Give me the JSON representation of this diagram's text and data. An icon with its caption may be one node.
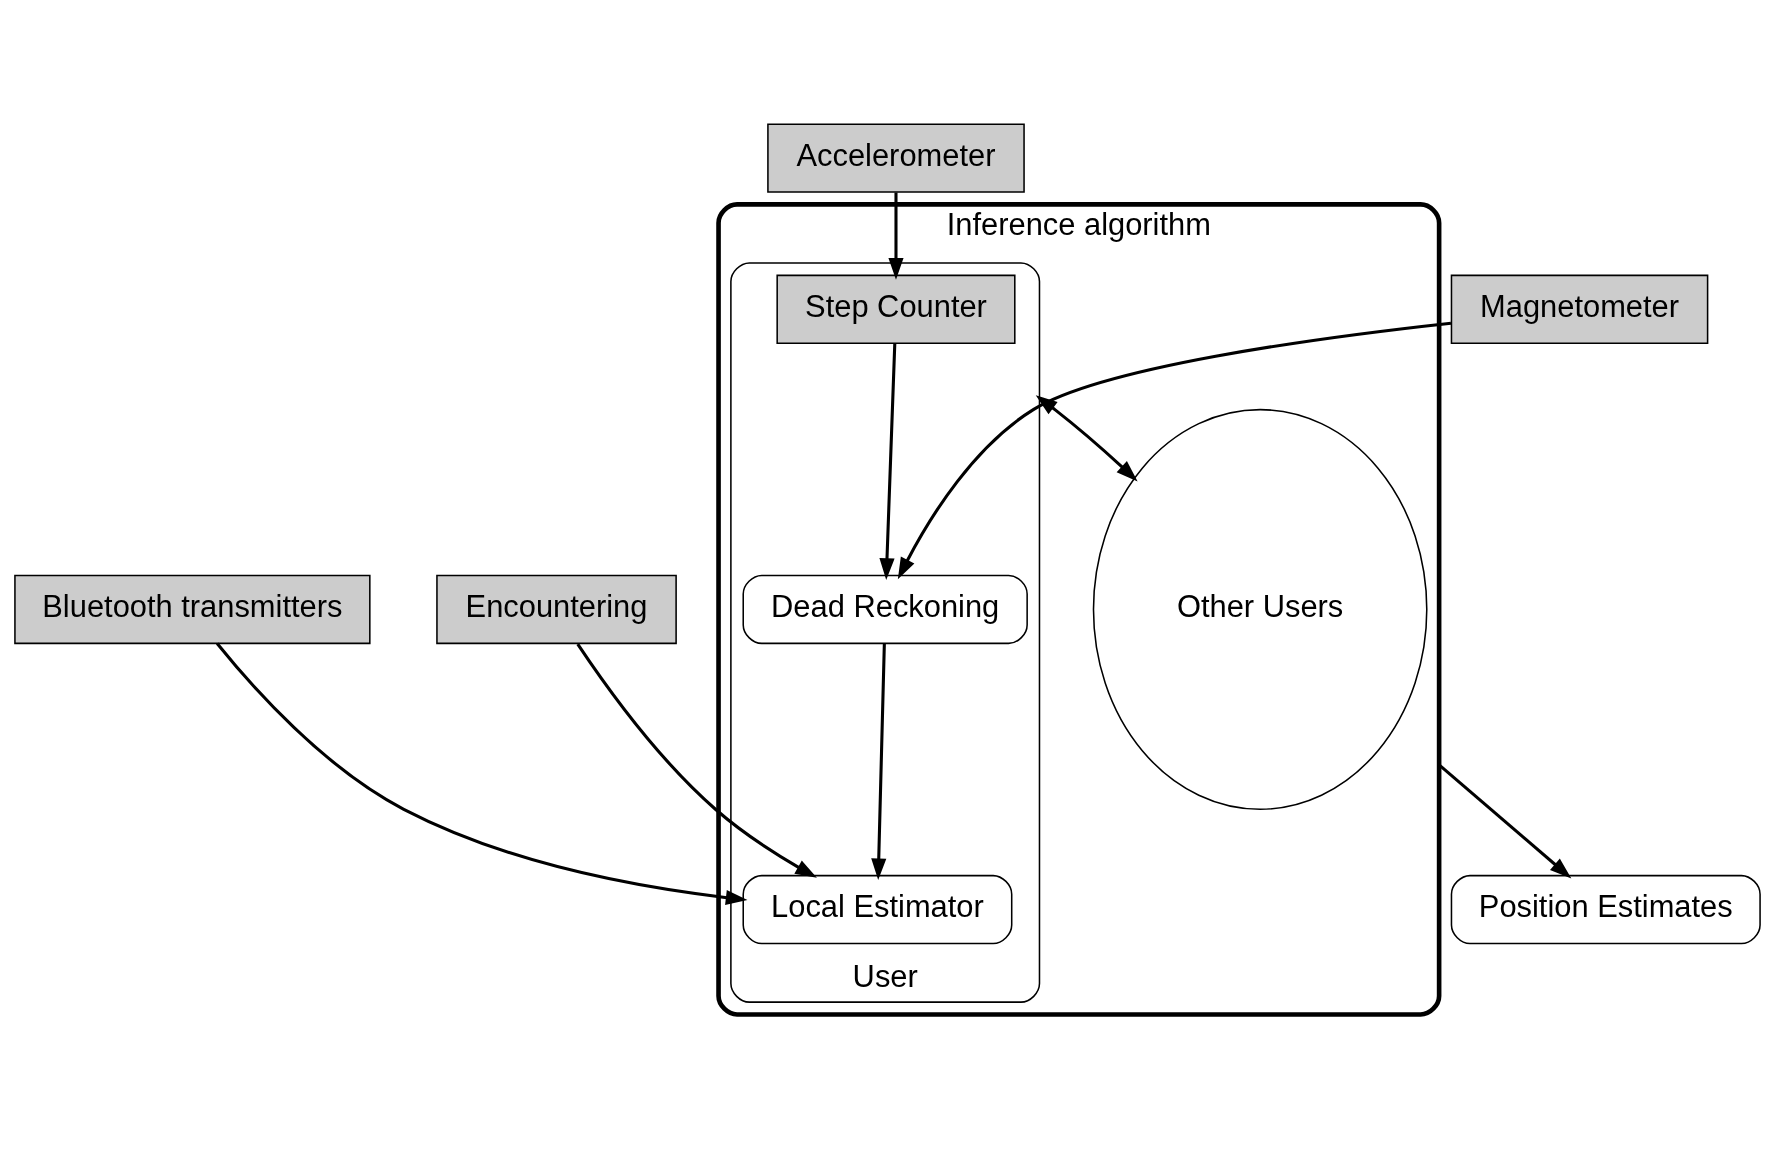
{
  "diagram": {
    "nodes": [
      {
        "text": [
          "Inference algorithm"
        ]
      },
      {
        "text": [
          "User"
        ],
        "in": 0
      },
      {
        "text": [
          "Step Counter"
        ],
        "in": 1
      },
      {
        "text": [
          "Dead Reckoning"
        ],
        "in": 1
      },
      {
        "text": [
          "Local Estimator"
        ],
        "in": 1
      },
      {
        "text": [
          "Other Users"
        ],
        "in": 0
      },
      {
        "text": [
          "Accelerometer"
        ]
      },
      {
        "text": [
          "Magnetometer"
        ]
      },
      {
        "text": [
          "Bluetooth transmitters"
        ]
      },
      {
        "text": [
          "Encountering"
        ]
      },
      {
        "text": [
          "Position Estimates"
        ]
      }
    ],
    "edges": [
      {
        "from": 6,
        "to": 2,
        "arrow": "to"
      },
      {
        "from": 2,
        "to": 3,
        "arrow": "to"
      },
      {
        "from": 7,
        "to": 3,
        "arrow": "to"
      },
      {
        "from": 3,
        "to": 4,
        "arrow": "to"
      },
      {
        "from": 8,
        "to": 4,
        "arrow": "to"
      },
      {
        "from": 9,
        "to": 4,
        "arrow": "to"
      },
      {
        "from": 1,
        "to": 5,
        "arrow": "both"
      },
      {
        "from": 0,
        "to": 10,
        "arrow": "to"
      }
    ]
  }
}
